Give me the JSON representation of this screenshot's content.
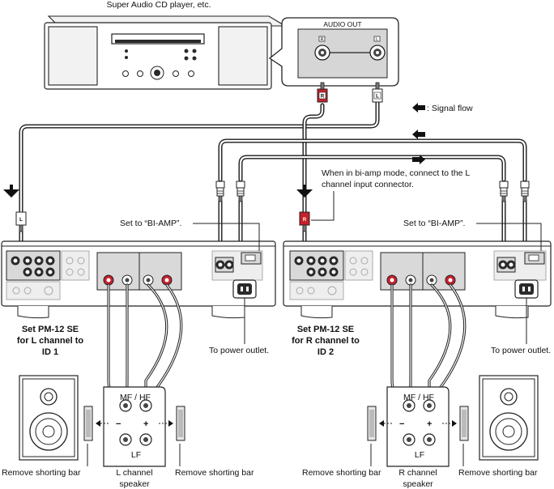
{
  "source": {
    "label": "Super Audio CD player, etc."
  },
  "audio_out_panel": {
    "label": "AUDIO OUT",
    "left_mark": "L",
    "right_mark": "R"
  },
  "legend": {
    "signal_flow": ": Signal flow"
  },
  "note": {
    "line1": "When in bi-amp mode, connect to the L",
    "line2": "channel input connector."
  },
  "plugs": {
    "right": "R",
    "left": "L"
  },
  "amp_left": {
    "set_bi_amp": "Set to “BI-AMP”.",
    "title_line1": "Set PM-12 SE",
    "title_line2": "for L channel to",
    "title_line3": "ID 1",
    "power": "To power outlet."
  },
  "amp_right": {
    "set_bi_amp": "Set to “BI-AMP”.",
    "title_line1": "Set PM-12 SE",
    "title_line2": "for R channel to",
    "title_line3": "ID 2",
    "power": "To power outlet."
  },
  "speaker_left": {
    "mf_hf": "MF / HF",
    "lf": "LF",
    "minus": "−",
    "plus": "+",
    "name_line1": "L channel",
    "name_line2": "speaker",
    "remove_left": "Remove shorting bar",
    "remove_right": "Remove shorting bar"
  },
  "speaker_right": {
    "mf_hf": "MF / HF",
    "lf": "LF",
    "minus": "−",
    "plus": "+",
    "name_line1": "R channel",
    "name_line2": "speaker",
    "remove_left": "Remove shorting bar",
    "remove_right": "Remove shorting bar"
  },
  "colors": {
    "red_connector": "#c8202a",
    "cable": "#1a1a1a"
  }
}
